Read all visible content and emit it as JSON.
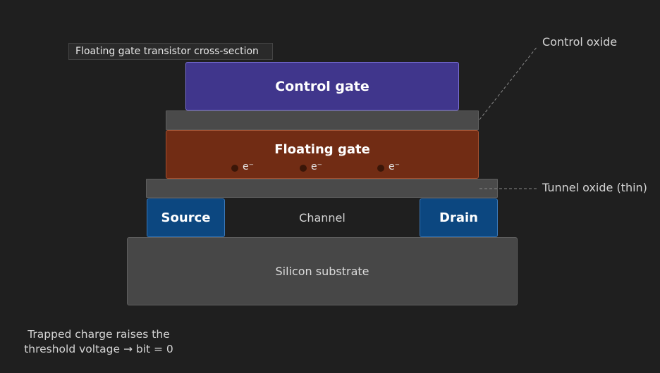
{
  "diagram": {
    "title": "Floating gate transistor cross-section",
    "layers": {
      "control_gate": "Control gate",
      "floating_gate": "Floating gate",
      "source": "Source",
      "channel": "Channel",
      "drain": "Drain",
      "substrate": "Silicon substrate"
    },
    "electrons": [
      "e⁻",
      "e⁻",
      "e⁻"
    ],
    "callouts": {
      "control_oxide": "Control oxide",
      "tunnel_oxide": "Tunnel oxide (thin)"
    },
    "note": {
      "line1": "Trapped charge raises the",
      "line2": "threshold voltage → bit = 0"
    },
    "colors": {
      "background": "#1f1f1f",
      "control_gate": "#40368c",
      "floating_gate": "#712c14",
      "source_drain": "#0c4780",
      "oxide": "#4a4a4a",
      "substrate": "#474747"
    }
  }
}
